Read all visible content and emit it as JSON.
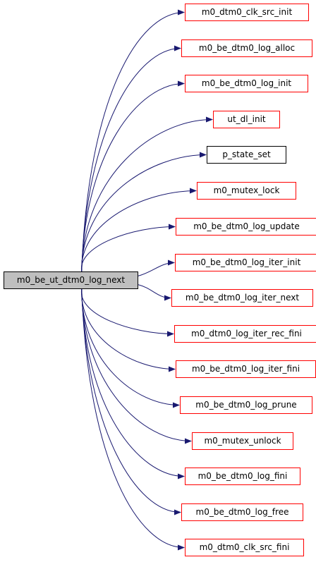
{
  "colors": {
    "edge": "#191970",
    "node_border_linked": "#ff0000",
    "node_border_plain": "#000000",
    "root_fill": "#bfbfbf"
  },
  "root": {
    "label": "m0_be_ut_dtm0_log_next"
  },
  "callees": [
    {
      "label": "m0_dtm0_clk_src_init",
      "border": "red"
    },
    {
      "label": "m0_be_dtm0_log_alloc",
      "border": "red"
    },
    {
      "label": "m0_be_dtm0_log_init",
      "border": "red"
    },
    {
      "label": "ut_dl_init",
      "border": "red"
    },
    {
      "label": "p_state_set",
      "border": "black"
    },
    {
      "label": "m0_mutex_lock",
      "border": "red"
    },
    {
      "label": "m0_be_dtm0_log_update",
      "border": "red"
    },
    {
      "label": "m0_be_dtm0_log_iter_init",
      "border": "red"
    },
    {
      "label": "m0_be_dtm0_log_iter_next",
      "border": "red"
    },
    {
      "label": "m0_dtm0_log_iter_rec_fini",
      "border": "red"
    },
    {
      "label": "m0_be_dtm0_log_iter_fini",
      "border": "red"
    },
    {
      "label": "m0_be_dtm0_log_prune",
      "border": "red"
    },
    {
      "label": "m0_mutex_unlock",
      "border": "red"
    },
    {
      "label": "m0_be_dtm0_log_fini",
      "border": "red"
    },
    {
      "label": "m0_be_dtm0_log_free",
      "border": "red"
    },
    {
      "label": "m0_dtm0_clk_src_fini",
      "border": "red"
    }
  ]
}
